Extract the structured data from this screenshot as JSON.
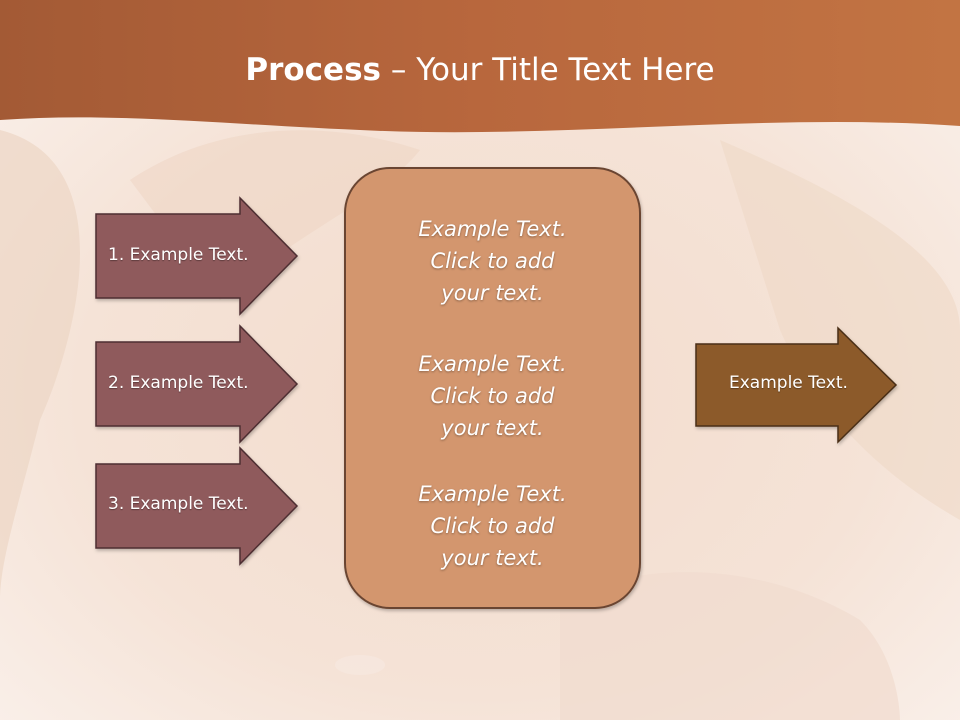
{
  "slide": {
    "title_bold": "Process",
    "title_rest": " – Your Title Text Here",
    "left_arrows": [
      {
        "label": "1. Example Text."
      },
      {
        "label": "2. Example Text."
      },
      {
        "label": "3. Example Text."
      }
    ],
    "center_blocks": [
      {
        "line1": "Example Text.",
        "line2": "Click  to add",
        "line3": "your text."
      },
      {
        "line1": "Example Text.",
        "line2": "Click  to add",
        "line3": "your text."
      },
      {
        "line1": "Example Text.",
        "line2": "Click  to add",
        "line3": "your text."
      }
    ],
    "right_arrow": {
      "label": "Example Text."
    }
  },
  "colors": {
    "header": "#b86a40",
    "left_arrow_fill": "#8f5a5c",
    "center_box_fill": "#d3966e",
    "right_arrow_fill": "#8c5a2c"
  }
}
